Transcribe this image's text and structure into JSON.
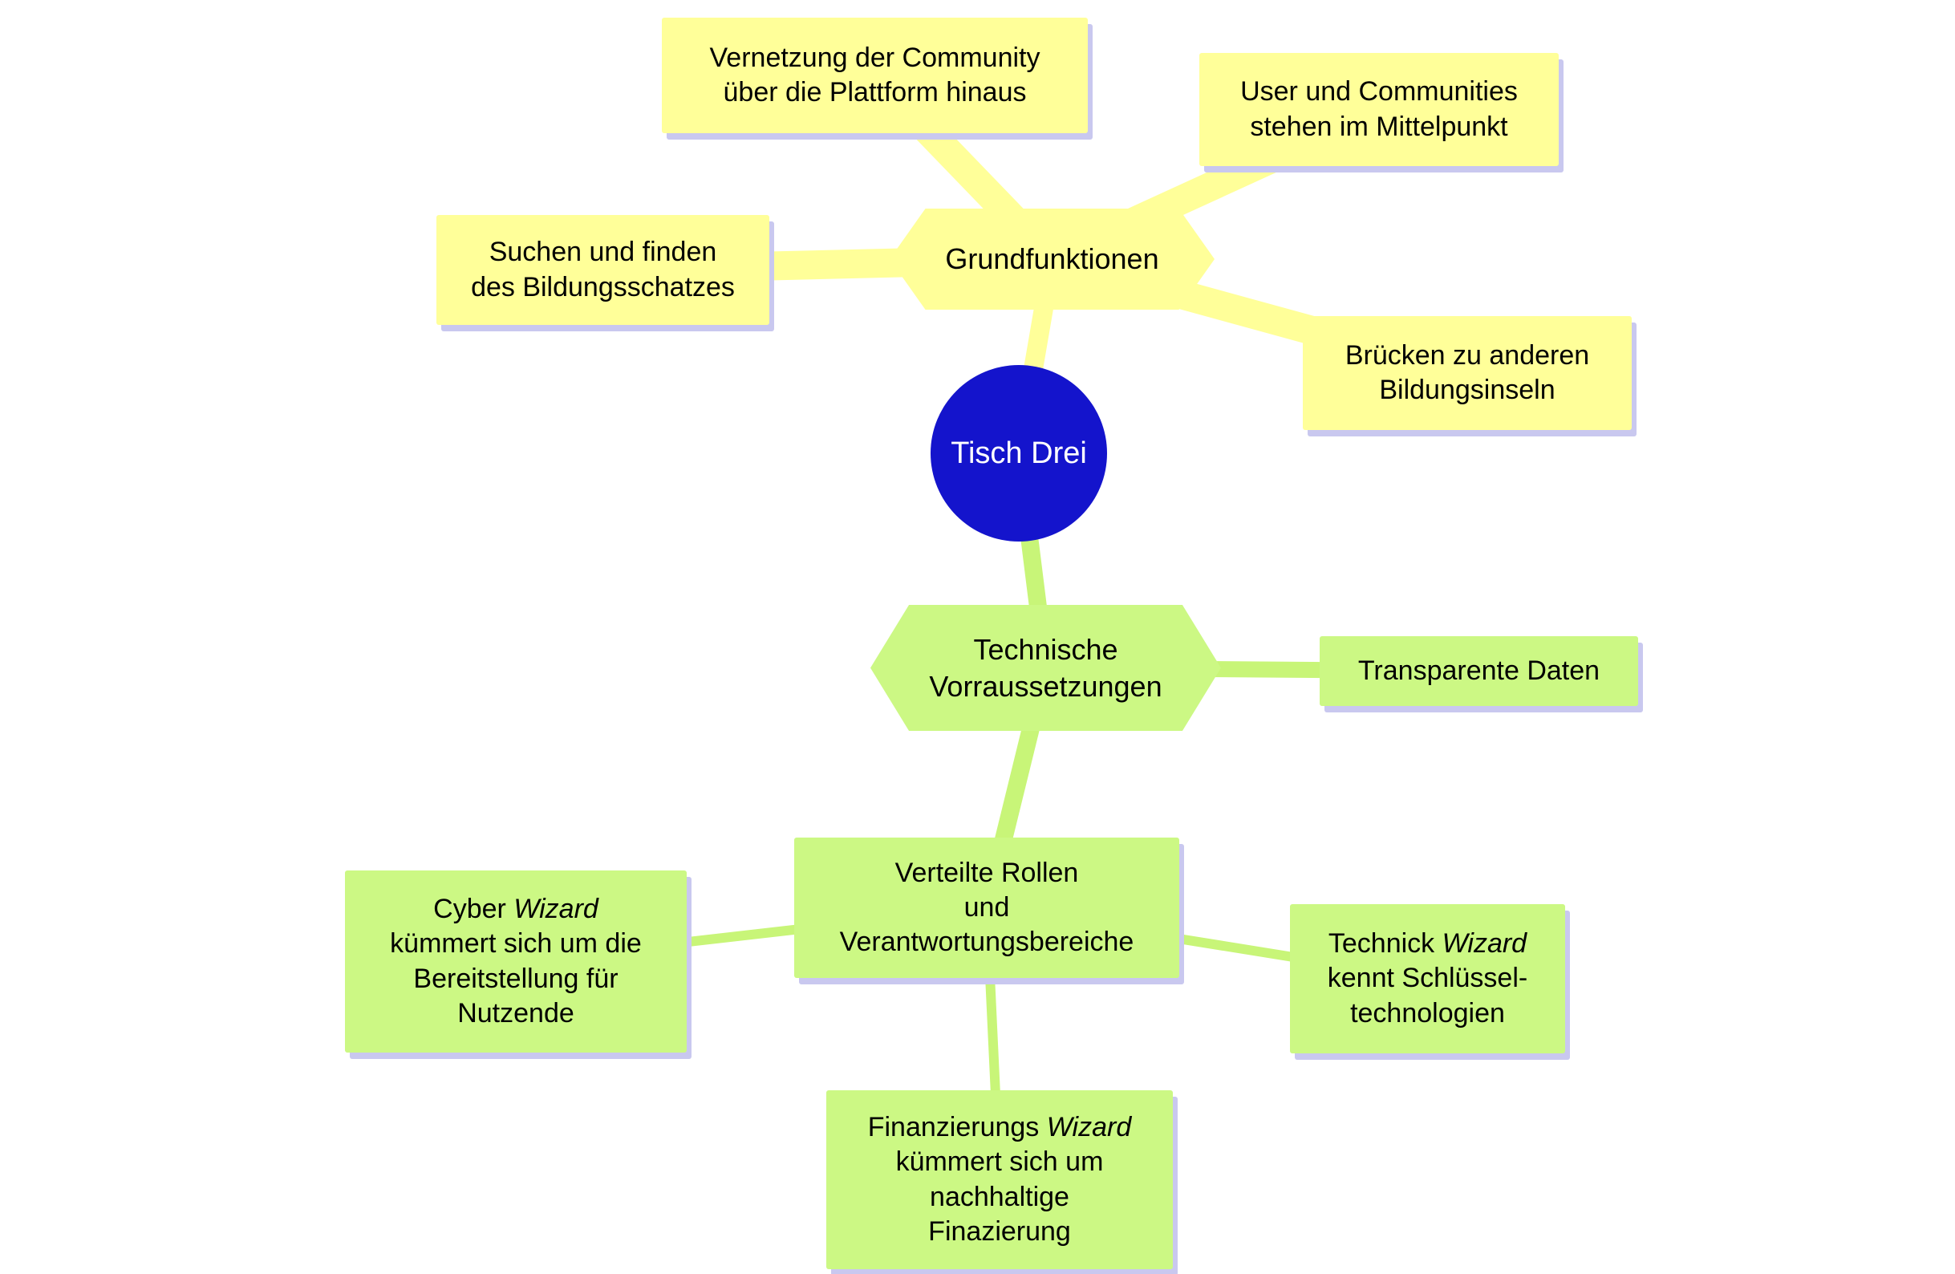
{
  "diagram": {
    "colors": {
      "background": "#ffffff",
      "yellow": "#ffff99",
      "yellow_line": "#ffff99",
      "green": "#ccf884",
      "green_line": "#c8f578",
      "blue": "#1414cc",
      "shadow": "#c9c8ef",
      "text": "#000000",
      "center_text": "#ffffff"
    },
    "nodes": [
      {
        "id": "vernetzung",
        "shape": "rect",
        "color": "yellow",
        "lines": [
          [
            {
              "text": "Vernetzung der Community"
            }
          ],
          [
            {
              "text": "über die Plattform hinaus"
            }
          ]
        ]
      },
      {
        "id": "user-communities",
        "shape": "rect",
        "color": "yellow",
        "lines": [
          [
            {
              "text": "User und Communities"
            }
          ],
          [
            {
              "text": "stehen im Mittelpunkt"
            }
          ]
        ]
      },
      {
        "id": "suchen-finden",
        "shape": "rect",
        "color": "yellow",
        "lines": [
          [
            {
              "text": "Suchen und finden"
            }
          ],
          [
            {
              "text": "des Bildungsschatzes"
            }
          ]
        ]
      },
      {
        "id": "grundfunktionen",
        "shape": "hexagon",
        "color": "yellow",
        "lines": [
          [
            {
              "text": "Grundfunktionen"
            }
          ]
        ]
      },
      {
        "id": "bruecken",
        "shape": "rect",
        "color": "yellow",
        "lines": [
          [
            {
              "text": "Brücken zu anderen"
            }
          ],
          [
            {
              "text": "Bildungsinseln"
            }
          ]
        ]
      },
      {
        "id": "tisch-drei",
        "shape": "circle",
        "color": "blue",
        "lines": [
          [
            {
              "text": "Tisch Drei"
            }
          ]
        ]
      },
      {
        "id": "technische-vorraussetzungen",
        "shape": "hexagon",
        "color": "green",
        "lines": [
          [
            {
              "text": "Technische"
            }
          ],
          [
            {
              "text": "Vorraussetzungen"
            }
          ]
        ]
      },
      {
        "id": "transparente-daten",
        "shape": "rect",
        "color": "green",
        "lines": [
          [
            {
              "text": "Transparente Daten"
            }
          ]
        ]
      },
      {
        "id": "verteilte-rollen",
        "shape": "rect",
        "color": "green",
        "lines": [
          [
            {
              "text": "Verteilte Rollen"
            }
          ],
          [
            {
              "text": "und"
            }
          ],
          [
            {
              "text": "Verantwortungsbereiche"
            }
          ]
        ]
      },
      {
        "id": "cyber-wizard",
        "shape": "rect",
        "color": "green",
        "lines": [
          [
            {
              "text": "Cyber "
            },
            {
              "text": "Wizard",
              "italic": true
            }
          ],
          [
            {
              "text": "kümmert sich um die"
            }
          ],
          [
            {
              "text": "Bereitstellung für"
            }
          ],
          [
            {
              "text": "Nutzende"
            }
          ]
        ]
      },
      {
        "id": "technick-wizard",
        "shape": "rect",
        "color": "green",
        "lines": [
          [
            {
              "text": "Technick "
            },
            {
              "text": "Wizard",
              "italic": true
            }
          ],
          [
            {
              "text": "kennt Schlüssel-"
            }
          ],
          [
            {
              "text": "technologien"
            }
          ]
        ]
      },
      {
        "id": "finanzierungs-wizard",
        "shape": "rect",
        "color": "green",
        "lines": [
          [
            {
              "text": "Finanzierungs "
            },
            {
              "text": "Wizard",
              "italic": true
            }
          ],
          [
            {
              "text": "kümmert sich um"
            }
          ],
          [
            {
              "text": "nachhaltige"
            }
          ],
          [
            {
              "text": "Finazierung"
            }
          ]
        ]
      }
    ],
    "edges": [
      {
        "from": "grundfunktionen",
        "to": "vernetzung",
        "color": "yellow",
        "width": 36
      },
      {
        "from": "grundfunktionen",
        "to": "user-communities",
        "color": "yellow",
        "width": 36
      },
      {
        "from": "grundfunktionen",
        "to": "suchen-finden",
        "color": "yellow",
        "width": 36
      },
      {
        "from": "grundfunktionen",
        "to": "bruecken",
        "color": "yellow",
        "width": 36
      },
      {
        "from": "grundfunktionen",
        "to": "tisch-drei",
        "color": "yellow",
        "width": 24
      },
      {
        "from": "tisch-drei",
        "to": "technische-vorraussetzungen",
        "color": "green",
        "width": 22
      },
      {
        "from": "technische-vorraussetzungen",
        "to": "transparente-daten",
        "color": "green",
        "width": 20
      },
      {
        "from": "technische-vorraussetzungen",
        "to": "verteilte-rollen",
        "color": "green",
        "width": 22
      },
      {
        "from": "verteilte-rollen",
        "to": "cyber-wizard",
        "color": "green",
        "width": 12
      },
      {
        "from": "verteilte-rollen",
        "to": "technick-wizard",
        "color": "green",
        "width": 12
      },
      {
        "from": "verteilte-rollen",
        "to": "finanzierungs-wizard",
        "color": "green",
        "width": 12
      }
    ]
  }
}
